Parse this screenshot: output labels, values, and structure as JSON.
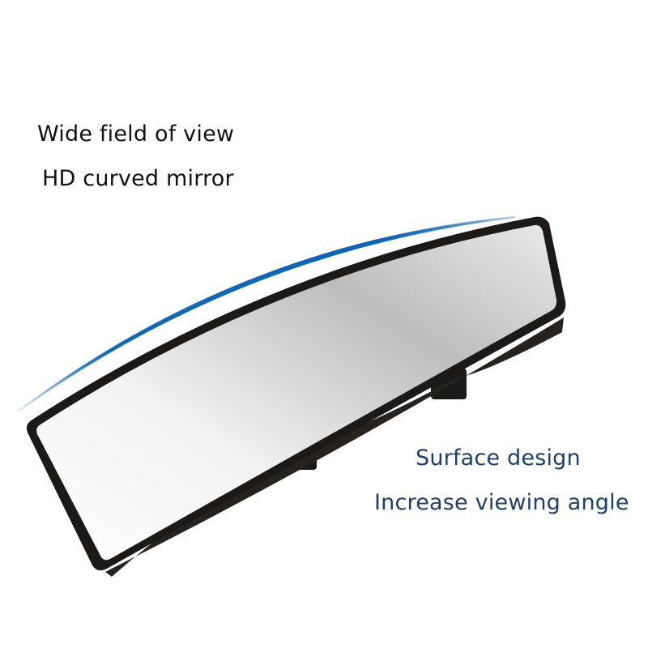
{
  "product": {
    "name": "curved rearview mirror",
    "frame_color": "#1c1a18",
    "mirror_gradient": [
      "#ffffff",
      "#b9b9b9"
    ],
    "arc_color": "#0a63b8"
  },
  "captions": {
    "top": {
      "line1": "Wide field of view",
      "line2": "HD curved mirror",
      "color": "#111111"
    },
    "bottom": {
      "line1": "Surface design",
      "line2": "Increase viewing angle",
      "color": "#1f3f6b"
    }
  }
}
